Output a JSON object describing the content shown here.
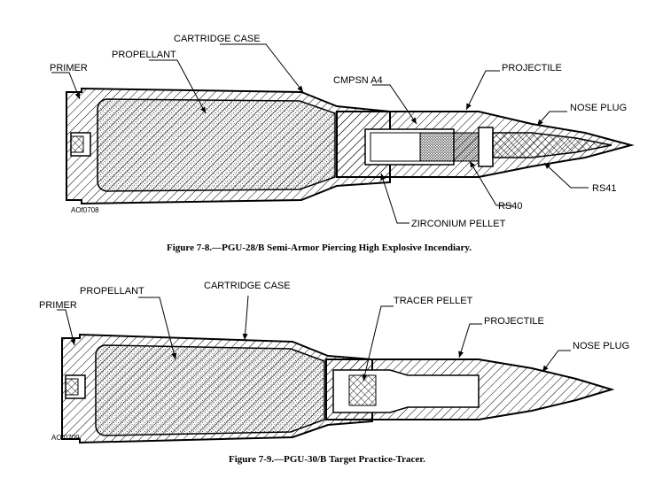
{
  "figure_1": {
    "labels": {
      "cartridge_case": "CARTRIDGE CASE",
      "propellant": "PROPELLANT",
      "primer": "PRIMER",
      "cmpsn": "CMPSN A4",
      "projectile": "PROJECTILE",
      "nose_plug": "NOSE PLUG",
      "rs41": "RS41",
      "rs40": "RS40",
      "zirconium": "ZIRCONIUM PELLET",
      "code": "AOf0708"
    },
    "caption": "Figure 7-8.—PGU-28/B Semi-Armor Piercing High Explosive Incendiary."
  },
  "figure_2": {
    "labels": {
      "propellant": "PROPELLANT",
      "cartridge_case": "CARTRIDGE CASE",
      "primer": "PRIMER",
      "tracer": "TRACER PELLET",
      "projectile": "PROJECTILE",
      "nose_plug": "NOSE PLUG",
      "code": "AOf0709"
    },
    "caption": "Figure 7-9.—PGU-30/B Target Practice-Tracer."
  }
}
